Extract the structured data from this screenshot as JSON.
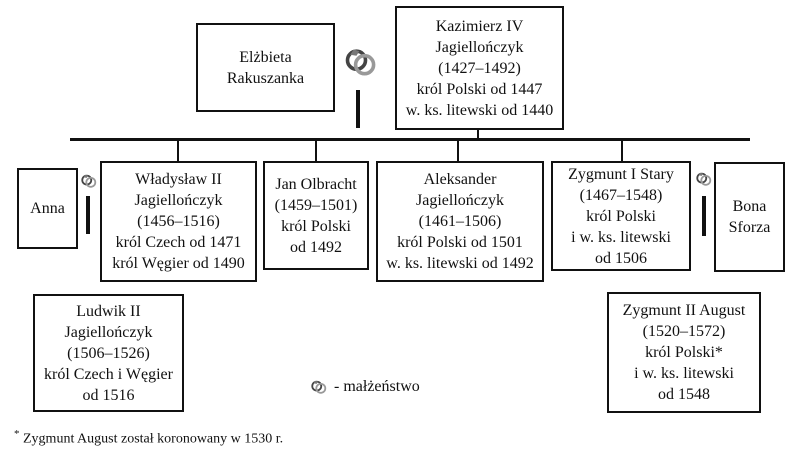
{
  "persons": {
    "elzbieta": {
      "lines": [
        "Elżbieta",
        "Rakuszanka"
      ]
    },
    "kazimierz": {
      "lines": [
        "Kazimierz IV",
        "Jagiellończyk",
        "(1427–1492)",
        "król Polski od 1447",
        "w. ks. litewski od 1440"
      ]
    },
    "anna": {
      "lines": [
        "Anna"
      ]
    },
    "wladyslaw": {
      "lines": [
        "Władysław II",
        "Jagiellończyk",
        "(1456–1516)",
        "król Czech od 1471",
        "król Węgier od 1490"
      ]
    },
    "jan": {
      "lines": [
        "Jan Olbracht",
        "(1459–1501)",
        "król Polski",
        "od 1492"
      ]
    },
    "aleksander": {
      "lines": [
        "Aleksander",
        "Jagiellończyk",
        "(1461–1506)",
        "król Polski od 1501",
        "w. ks. litewski od 1492"
      ]
    },
    "zygmunt1": {
      "lines": [
        "Zygmunt I Stary",
        "(1467–1548)",
        "król Polski",
        "i  w. ks. litewski",
        "od 1506"
      ]
    },
    "bona": {
      "lines": [
        "Bona",
        "Sforza"
      ]
    },
    "ludwik": {
      "lines": [
        "Ludwik II",
        "Jagiellończyk",
        "(1506–1526)",
        "król Czech i Węgier",
        "od 1516"
      ]
    },
    "zygmunt2": {
      "lines": [
        "Zygmunt II August",
        "(1520–1572)",
        "król Polski*",
        "i w. ks. litewski",
        "od 1548"
      ]
    }
  },
  "legend": {
    "label": "- małżeństwo",
    "icon": "wedding-rings-icon"
  },
  "footnote": {
    "marker": "*",
    "text": "Zygmunt August został koronowany w 1530 r."
  }
}
